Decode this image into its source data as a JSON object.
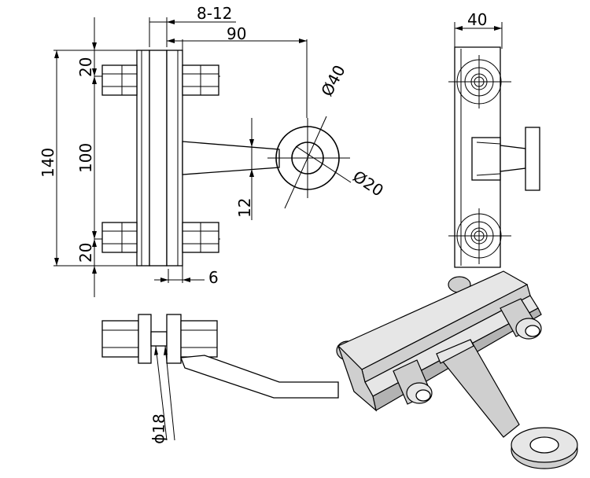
{
  "dimensions": {
    "gap": "8-12",
    "offset": "90",
    "outer_dia": "Ø40",
    "inner_dia": "Ø20",
    "height_total": "140",
    "hole_spacing": "100",
    "edge_top": "20",
    "edge_bottom": "20",
    "arm_thickness": "12",
    "plate_thickness": "6",
    "width": "40",
    "bolt_dia": "ϕ18"
  }
}
